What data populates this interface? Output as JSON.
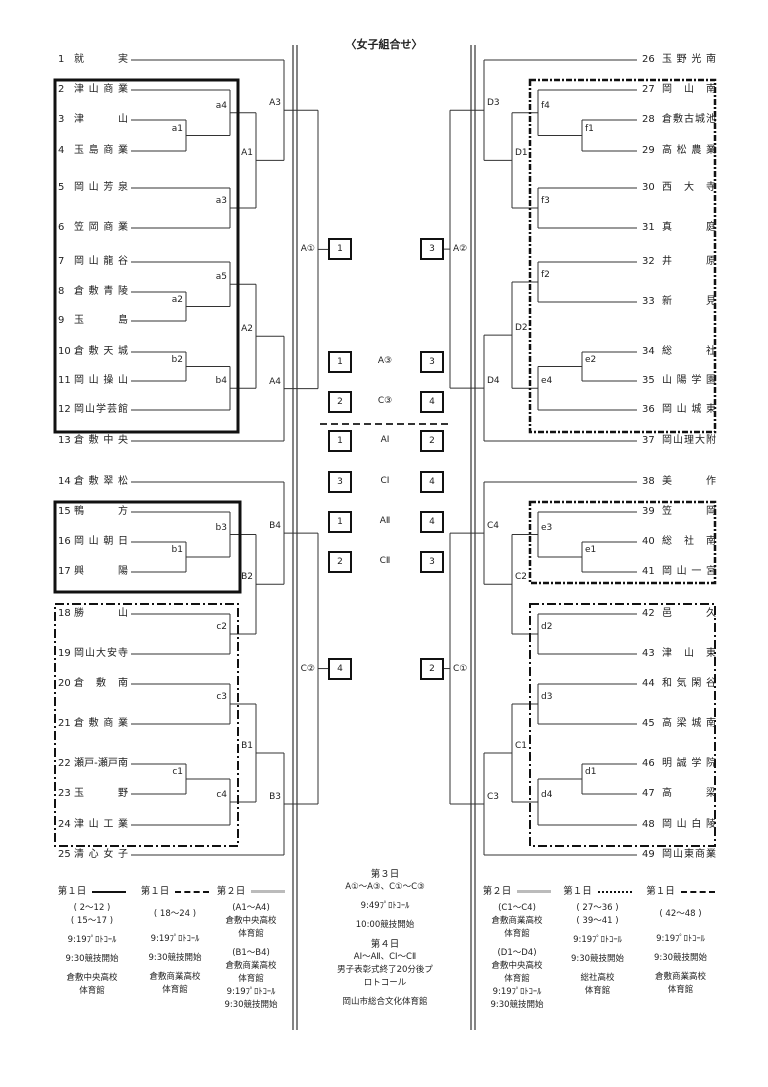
{
  "title": "〈女子組合せ〉",
  "teams_left": [
    {
      "no": "1",
      "name": "就実"
    },
    {
      "no": "2",
      "name": "津山商業"
    },
    {
      "no": "3",
      "name": "津山"
    },
    {
      "no": "4",
      "name": "玉島商業"
    },
    {
      "no": "5",
      "name": "岡山芳泉"
    },
    {
      "no": "6",
      "name": "笠岡商業"
    },
    {
      "no": "7",
      "name": "岡山龍谷"
    },
    {
      "no": "8",
      "name": "倉敷青陵"
    },
    {
      "no": "9",
      "name": "玉島"
    },
    {
      "no": "10",
      "name": "倉敷天城"
    },
    {
      "no": "11",
      "name": "岡山操山"
    },
    {
      "no": "12",
      "name": "岡山学芸館"
    },
    {
      "no": "13",
      "name": "倉敷中央"
    },
    {
      "no": "14",
      "name": "倉敷翠松"
    },
    {
      "no": "15",
      "name": "鴨方"
    },
    {
      "no": "16",
      "name": "岡山朝日"
    },
    {
      "no": "17",
      "name": "興陽"
    },
    {
      "no": "18",
      "name": "勝山"
    },
    {
      "no": "19",
      "name": "岡山大安寺"
    },
    {
      "no": "20",
      "name": "倉敷南"
    },
    {
      "no": "21",
      "name": "倉敷商業"
    },
    {
      "no": "22",
      "name": "瀬戸-瀬戸南"
    },
    {
      "no": "23",
      "name": "玉野"
    },
    {
      "no": "24",
      "name": "津山工業"
    },
    {
      "no": "25",
      "name": "清心女子"
    }
  ],
  "teams_right": [
    {
      "no": "26",
      "name": "玉野光南"
    },
    {
      "no": "27",
      "name": "岡山南"
    },
    {
      "no": "28",
      "name": "倉敷古城池"
    },
    {
      "no": "29",
      "name": "高松農業"
    },
    {
      "no": "30",
      "name": "西大寺"
    },
    {
      "no": "31",
      "name": "真庭"
    },
    {
      "no": "32",
      "name": "井原"
    },
    {
      "no": "33",
      "name": "新見"
    },
    {
      "no": "34",
      "name": "総社"
    },
    {
      "no": "35",
      "name": "山陽学園"
    },
    {
      "no": "36",
      "name": "岡山城東"
    },
    {
      "no": "37",
      "name": "岡山理大附"
    },
    {
      "no": "38",
      "name": "美作"
    },
    {
      "no": "39",
      "name": "笠岡"
    },
    {
      "no": "40",
      "name": "総社南"
    },
    {
      "no": "41",
      "name": "岡山一宮"
    },
    {
      "no": "42",
      "name": "邑久"
    },
    {
      "no": "43",
      "name": "津山東"
    },
    {
      "no": "44",
      "name": "和気閑谷"
    },
    {
      "no": "45",
      "name": "高梁城南"
    },
    {
      "no": "46",
      "name": "明誠学院"
    },
    {
      "no": "47",
      "name": "高梁"
    },
    {
      "no": "48",
      "name": "岡山白陵"
    },
    {
      "no": "49",
      "name": "岡山東商業"
    }
  ],
  "matches": {
    "a1": "a1",
    "a2": "a2",
    "a3": "a3",
    "a4": "a4",
    "a5": "a5",
    "b1": "b1",
    "b2": "b2",
    "b3": "b3",
    "b4": "b4",
    "c1": "c1",
    "c2": "c2",
    "c3": "c3",
    "c4": "c4",
    "A1": "A1",
    "A2": "A2",
    "A3": "A3",
    "A4": "A4",
    "B1": "B1",
    "B2": "B2",
    "B3": "B3",
    "B4": "B4",
    "Aone": "A①",
    "Ctwo": "C②",
    "f1": "f1",
    "f2": "f2",
    "f3": "f3",
    "f4": "f4",
    "e1": "e1",
    "e2": "e2",
    "e3": "e3",
    "e4": "e4",
    "d1": "d1",
    "d2": "d2",
    "d3": "d3",
    "d4": "d4",
    "D1": "D1",
    "D2": "D2",
    "D3": "D3",
    "D4": "D4",
    "C1": "C1",
    "C2": "C2",
    "C3": "C3",
    "C4": "C4",
    "Atwo": "A②",
    "Cone": "C①"
  },
  "center": {
    "final_boxes": {
      "Aone": "1",
      "Atwo": "3",
      "Ctwo": "4",
      "Cone": "2"
    },
    "rows": [
      {
        "label": "A③",
        "left": "1",
        "right": "3"
      },
      {
        "label": "C③",
        "left": "2",
        "right": "4"
      },
      {
        "label": "AⅠ",
        "left": "1",
        "right": "2"
      },
      {
        "label": "CⅠ",
        "left": "3",
        "right": "4"
      },
      {
        "label": "AⅡ",
        "left": "1",
        "right": "4"
      },
      {
        "label": "CⅡ",
        "left": "2",
        "right": "3"
      }
    ]
  },
  "footer": {
    "col1": {
      "day": "第１日",
      "range1": "( 2～12 )",
      "range2": "( 15～17 )",
      "protocol": "9:19ﾌﾟﾛﾄｺｰﾙ",
      "start": "9:30競技開始",
      "venue1": "倉敷中央高校",
      "venue2": "体育館"
    },
    "col2": {
      "day": "第１日",
      "range1": "( 18～24 )",
      "protocol": "9:19ﾌﾟﾛﾄｺｰﾙ",
      "start": "9:30競技開始",
      "venue1": "倉敷商業高校",
      "venue2": "体育館"
    },
    "col3": {
      "day": "第２日",
      "g1": "(A1～A4)",
      "g1v1": "倉敷中央高校",
      "g1v2": "体育館",
      "g2": "(B1～B4)",
      "g2v1": "倉敷商業高校",
      "g2v2": "体育館",
      "protocol": "9:19ﾌﾟﾛﾄｺｰﾙ",
      "start": "9:30競技開始"
    },
    "center": {
      "day3": "第３日",
      "day3_range": "A①～A③、C①～C③",
      "day3_protocol": "9:49ﾌﾟﾛﾄｺｰﾙ",
      "day3_start": "10:00競技開始",
      "day4": "第４日",
      "day4_range": "AⅠ～AⅡ、CⅠ～CⅡ",
      "day4_note1": "男子表彰式終了20分後プ",
      "day4_note2": "ロトコール",
      "venue": "岡山市総合文化体育館"
    },
    "col5": {
      "day": "第２日",
      "g1": "(C1～C4)",
      "g1v1": "倉敷商業高校",
      "g1v2": "体育館",
      "g2": "(D1～D4)",
      "g2v1": "倉敷中央高校",
      "g2v2": "体育館",
      "protocol": "9:19ﾌﾟﾛﾄｺｰﾙ",
      "start": "9:30競技開始"
    },
    "col6": {
      "day": "第１日",
      "range1": "( 27～36 )",
      "range2": "( 39～41 )",
      "protocol": "9:19ﾌﾟﾛﾄｺｰﾙ",
      "start": "9:30競技開始",
      "venue1": "総社高校",
      "venue2": "体育館"
    },
    "col7": {
      "day": "第１日",
      "range1": "( 42～48 )",
      "protocol": "9:19ﾌﾟﾛﾄｺｰﾙ",
      "start": "9:30競技開始",
      "venue1": "倉敷商業高校",
      "venue2": "体育館"
    }
  }
}
